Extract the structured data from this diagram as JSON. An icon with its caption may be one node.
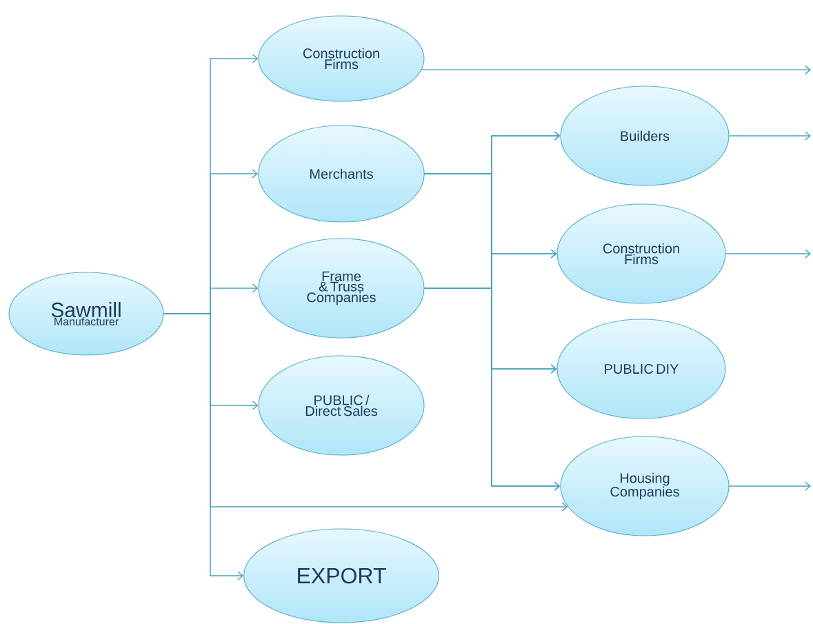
{
  "diagram": {
    "nodes": [
      {
        "text": [
          "Sawmill",
          "Manufacturer"
        ]
      },
      {
        "text": [
          "Construction Firms"
        ]
      },
      {
        "text": [
          "Merchants"
        ]
      },
      {
        "text": [
          "Frame & Truss Companies"
        ]
      },
      {
        "text": [
          "PUBLIC / Direct Sales"
        ]
      },
      {
        "text": [
          "EXPORT"
        ]
      },
      {
        "text": [
          "Builders"
        ]
      },
      {
        "text": [
          "Construction Firms"
        ]
      },
      {
        "text": [
          "PUBLIC DIY"
        ]
      },
      {
        "text": [
          "Housing Companies"
        ]
      }
    ],
    "edges": [
      {
        "from": 0,
        "to": 1,
        "arrow": "to"
      },
      {
        "from": 0,
        "to": 2,
        "arrow": "to"
      },
      {
        "from": 0,
        "to": 3,
        "arrow": "to"
      },
      {
        "from": 0,
        "to": 4,
        "arrow": "to"
      },
      {
        "from": 0,
        "to": 9,
        "arrow": "to"
      },
      {
        "from": 0,
        "to": 5,
        "arrow": "to"
      },
      {
        "from": 2,
        "to": 6,
        "arrow": "to"
      },
      {
        "from": 2,
        "to": 7,
        "arrow": "to"
      },
      {
        "from": 2,
        "to": 8,
        "arrow": "to"
      },
      {
        "from": 2,
        "to": 9,
        "arrow": "to"
      },
      {
        "from": 3,
        "to": 6,
        "arrow": "to"
      },
      {
        "from": 3,
        "to": 7,
        "arrow": "to"
      },
      {
        "from": 3,
        "to": 8,
        "arrow": "to"
      },
      {
        "from": 3,
        "to": 9,
        "arrow": "to"
      },
      {
        "from": 1,
        "to": null,
        "arrow": "to"
      },
      {
        "from": 6,
        "to": null,
        "arrow": "to"
      },
      {
        "from": 7,
        "to": null,
        "arrow": "to"
      },
      {
        "from": 9,
        "to": null,
        "arrow": "to"
      }
    ]
  }
}
